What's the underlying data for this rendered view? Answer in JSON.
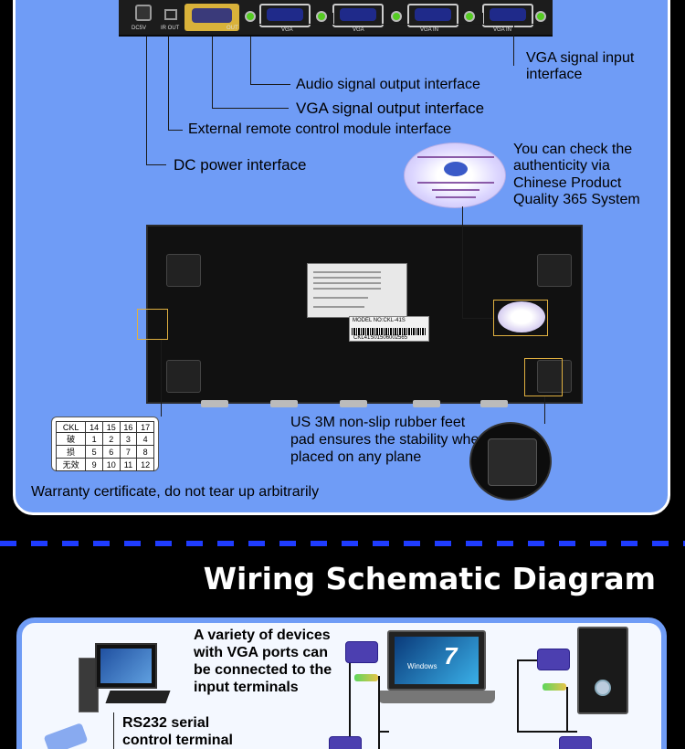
{
  "header": {
    "title": "Wiring Schematic Diagram"
  },
  "device_labels": {
    "dc": "DC5V",
    "ir": "IR OUT",
    "out": "OUT",
    "vga1": "VGA",
    "vga2": "VGA",
    "vga3": "VGA  IN",
    "vga4": "VGA  IN"
  },
  "annotations": {
    "vga_input": "VGA signal input\ninterface",
    "audio_output": "Audio signal output interface",
    "vga_output": "VGA signal output interface",
    "remote_module": "External remote control module interface",
    "dc_power": "DC power interface",
    "authenticity": "You can check the\nauthenticity via\nChinese Product\nQuality 365 System",
    "rubber_feet": "US 3M non-slip rubber feet\npad ensures the stability when\nplaced on any plane",
    "warranty": "Warranty certificate, do not tear up arbitrarily"
  },
  "model_label": {
    "model": "MODEL NO:CKL-41S",
    "serial": "CKL41S01506002565"
  },
  "warranty_card": {
    "rows": [
      [
        "CKL",
        "14",
        "15",
        "16",
        "17"
      ],
      [
        "破",
        "1",
        "2",
        "3",
        "4"
      ],
      [
        "损",
        "5",
        "6",
        "7",
        "8"
      ],
      [
        "无效",
        "9",
        "10",
        "11",
        "12"
      ]
    ]
  },
  "wiring": {
    "devices_text": "A variety of devices\nwith VGA ports can\nbe connected to the\ninput terminals",
    "rs232_text": "RS232 serial\ncontrol terminal",
    "windows_label": "Windows",
    "windows_version": "7"
  }
}
